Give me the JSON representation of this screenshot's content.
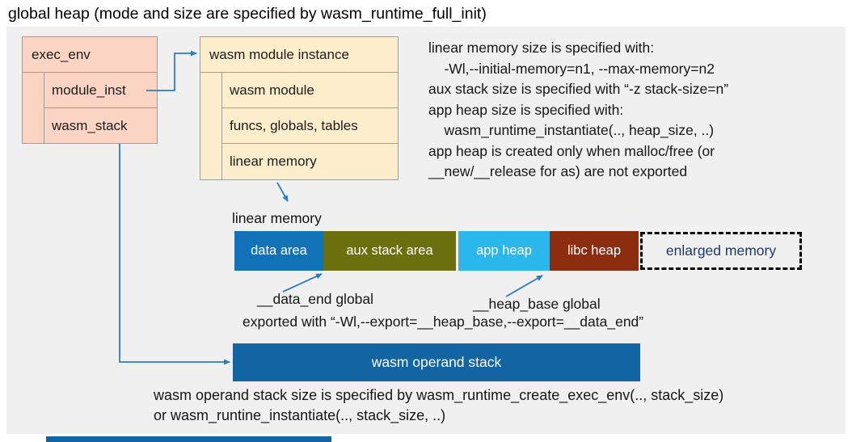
{
  "title": "global heap (mode and size are specified by wasm_runtime_full_init)",
  "colors": {
    "panel_bg": "#f0f0f0",
    "struct_pink": "#fbd4c4",
    "struct_yellow": "#fdeecb",
    "data_area": "#1272b8",
    "aux_stack_area": "#6c6f0e",
    "app_heap": "#29b7ec",
    "libc_heap": "#8c2d10",
    "operand_stack": "#1264a3",
    "arrow": "#2e7cc3",
    "enlarged_text": "#1b3a6b",
    "bottom_strip": "#1264a3"
  },
  "exec_env": {
    "title": "exec_env",
    "rows": [
      "module_inst",
      "wasm_stack"
    ]
  },
  "module_instance": {
    "title": "wasm module instance",
    "rows": [
      "wasm module",
      "funcs, globals, tables",
      "linear memory"
    ]
  },
  "notes_right": "linear memory size is specified with:\n    -Wl,--initial-memory=n1, --max-memory=n2\naux stack size is specified with “-z stack-size=n”\napp heap size is specified with:\n    wasm_runtime_instantiate(.., heap_size, ..)\napp heap is created only when malloc/free (or\n__new/__release for as) are not exported",
  "linear_memory": {
    "label": "linear memory",
    "segments": [
      {
        "label": "data area",
        "color": "#1272b8"
      },
      {
        "label": "aux stack area",
        "color": "#6c6f0e"
      },
      {
        "label": "app heap",
        "color": "#29b7ec"
      },
      {
        "label": "libc heap",
        "color": "#8c2d10"
      }
    ],
    "enlarged_label": "enlarged memory"
  },
  "annotations": {
    "data_end": "__data_end global",
    "heap_base": "__heap_base global",
    "exported": "exported with “-Wl,--export=__heap_base,--export=__data_end”"
  },
  "operand_stack": {
    "label": "wasm operand stack",
    "note": "wasm operand stack size is specified by wasm_runtime_create_exec_env(.., stack_size)\nor wasm_runtine_instantiate(.., stack_size, ..)"
  }
}
